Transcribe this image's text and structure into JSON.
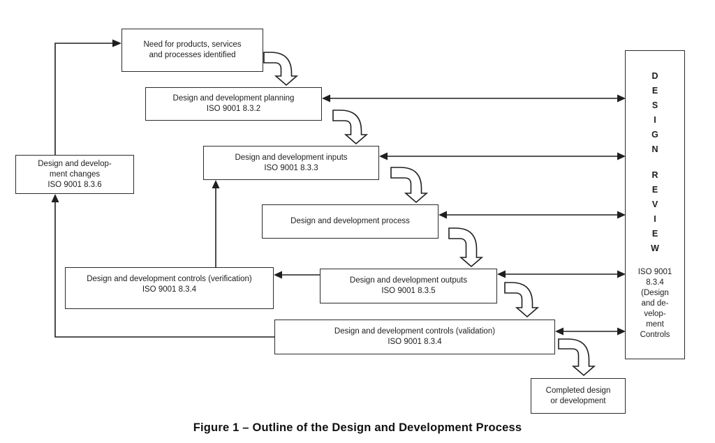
{
  "colors": {
    "line": "#1f1f1f",
    "border": "#2b2b2b",
    "text": "#1c1c1c",
    "background": "#ffffff"
  },
  "caption": "Figure 1 – Outline of the Design and Development Process",
  "boxes": {
    "need": {
      "lines": [
        "Need for products, services",
        "and processes identified"
      ]
    },
    "planning": {
      "lines": [
        "Design and development planning",
        "ISO 9001 8.3.2"
      ]
    },
    "inputs": {
      "lines": [
        "Design and development inputs",
        "ISO 9001 8.3.3"
      ]
    },
    "process": {
      "lines": [
        "Design and development process"
      ]
    },
    "outputs": {
      "lines": [
        "Design and development outputs",
        "ISO 9001 8.3.5"
      ]
    },
    "validation": {
      "lines": [
        "Design and development controls (validation)",
        "ISO 9001 8.3.4"
      ]
    },
    "verification": {
      "lines": [
        "Design and development controls (verification)",
        "ISO 9001 8.3.4"
      ]
    },
    "changes": {
      "lines": [
        "Design and develop-",
        "ment changes",
        "ISO 9001 8.3.6"
      ]
    },
    "completed": {
      "lines": [
        "Completed design",
        "or development"
      ]
    }
  },
  "review": {
    "word1": "DESIGN",
    "word2": "REVIEW",
    "note": [
      "ISO 9001",
      "8.3.4",
      "(Design",
      "and de-",
      "velop-",
      "ment",
      "Controls"
    ]
  },
  "edges": [
    {
      "from": "changes",
      "to": "need",
      "style": "elbow-arrow"
    },
    {
      "from": "need",
      "to": "planning",
      "style": "curled-arrow"
    },
    {
      "from": "planning",
      "to": "inputs",
      "style": "curled-arrow"
    },
    {
      "from": "inputs",
      "to": "process",
      "style": "curled-arrow"
    },
    {
      "from": "process",
      "to": "outputs",
      "style": "curled-arrow"
    },
    {
      "from": "outputs",
      "to": "validation",
      "style": "curled-arrow"
    },
    {
      "from": "validation",
      "to": "completed",
      "style": "curled-arrow"
    },
    {
      "from": "outputs",
      "to": "verification",
      "style": "arrow"
    },
    {
      "from": "verification",
      "to": "inputs",
      "style": "arrow"
    },
    {
      "from": "validation",
      "to": "changes",
      "style": "elbow-arrow"
    },
    {
      "from": "planning",
      "to": "review",
      "style": "double-arrow"
    },
    {
      "from": "inputs",
      "to": "review",
      "style": "double-arrow"
    },
    {
      "from": "process",
      "to": "review",
      "style": "double-arrow"
    },
    {
      "from": "outputs",
      "to": "review",
      "style": "double-arrow"
    },
    {
      "from": "validation",
      "to": "review",
      "style": "double-arrow"
    }
  ]
}
